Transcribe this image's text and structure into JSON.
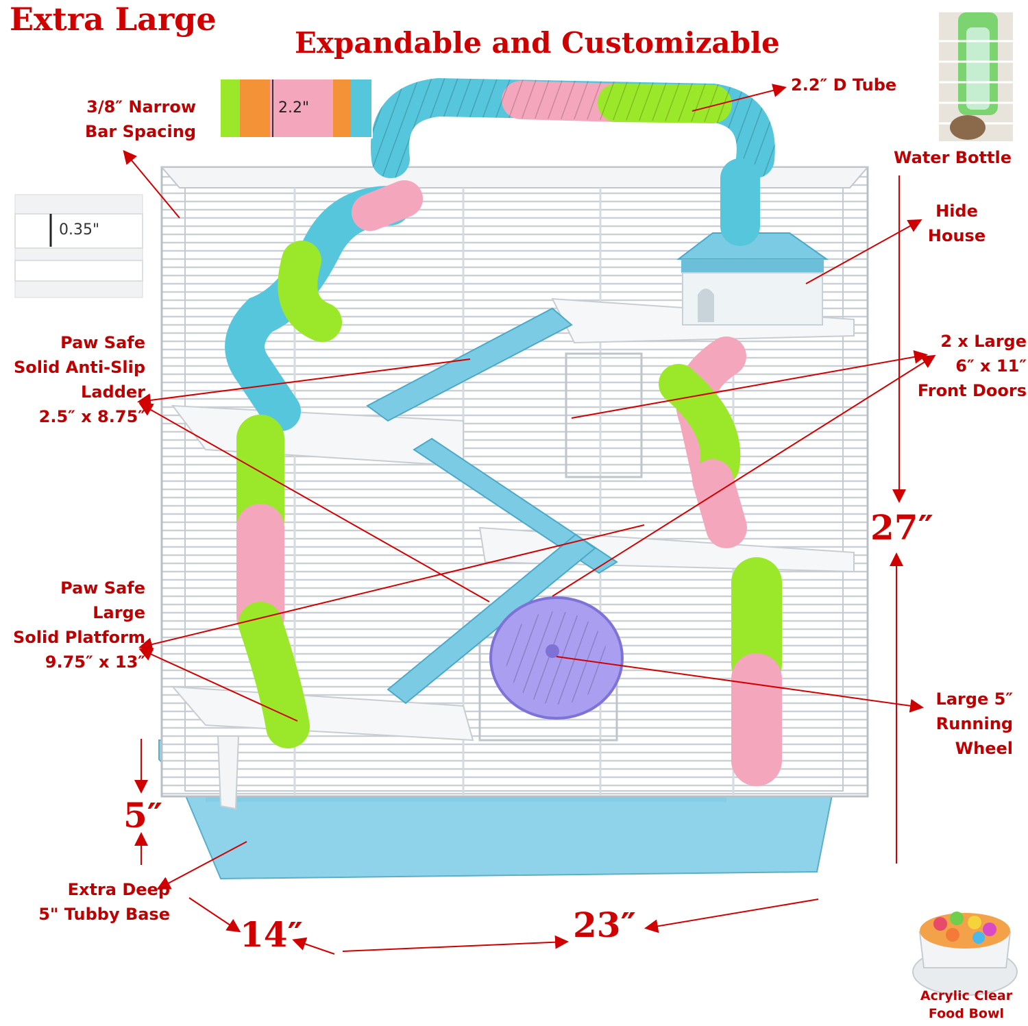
{
  "header": {
    "badge": "Extra Large",
    "title": "Expandable and Customizable"
  },
  "insets": {
    "tube_diameter": "2.2\"",
    "bar_thickness": "0.35\""
  },
  "callouts": {
    "bar_spacing": [
      "3/8″ Narrow",
      "Bar Spacing"
    ],
    "d_tube": "2.2″ D Tube",
    "water_bottle": "Water Bottle",
    "hide_house": [
      "Hide",
      "House"
    ],
    "ladder": [
      "Paw Safe",
      "Solid Anti-Slip",
      "Ladder",
      "2.5″ x 8.75″"
    ],
    "front_doors": [
      "2 x Large",
      "6″ x 11″",
      "Front Doors"
    ],
    "platform": [
      "Paw Safe",
      "Large",
      "Solid Platform",
      "9.75″ x 13″"
    ],
    "wheel": [
      "Large 5″",
      "Running",
      "Wheel"
    ],
    "base": [
      "Extra Deep",
      "5\" Tubby Base"
    ],
    "food_bowl": [
      "Acrylic  Clear",
      "Food  Bowl"
    ]
  },
  "dimensions": {
    "height": "27″",
    "base_depth": "5″",
    "depth": "14″",
    "width": "23″"
  },
  "colors": {
    "label": "#c00000",
    "base": "#8fd3ea",
    "tube_blue": "#55c6dc",
    "tube_green": "#9be82a",
    "tube_pink": "#f4a6bd",
    "wheel": "#a99ef0"
  }
}
